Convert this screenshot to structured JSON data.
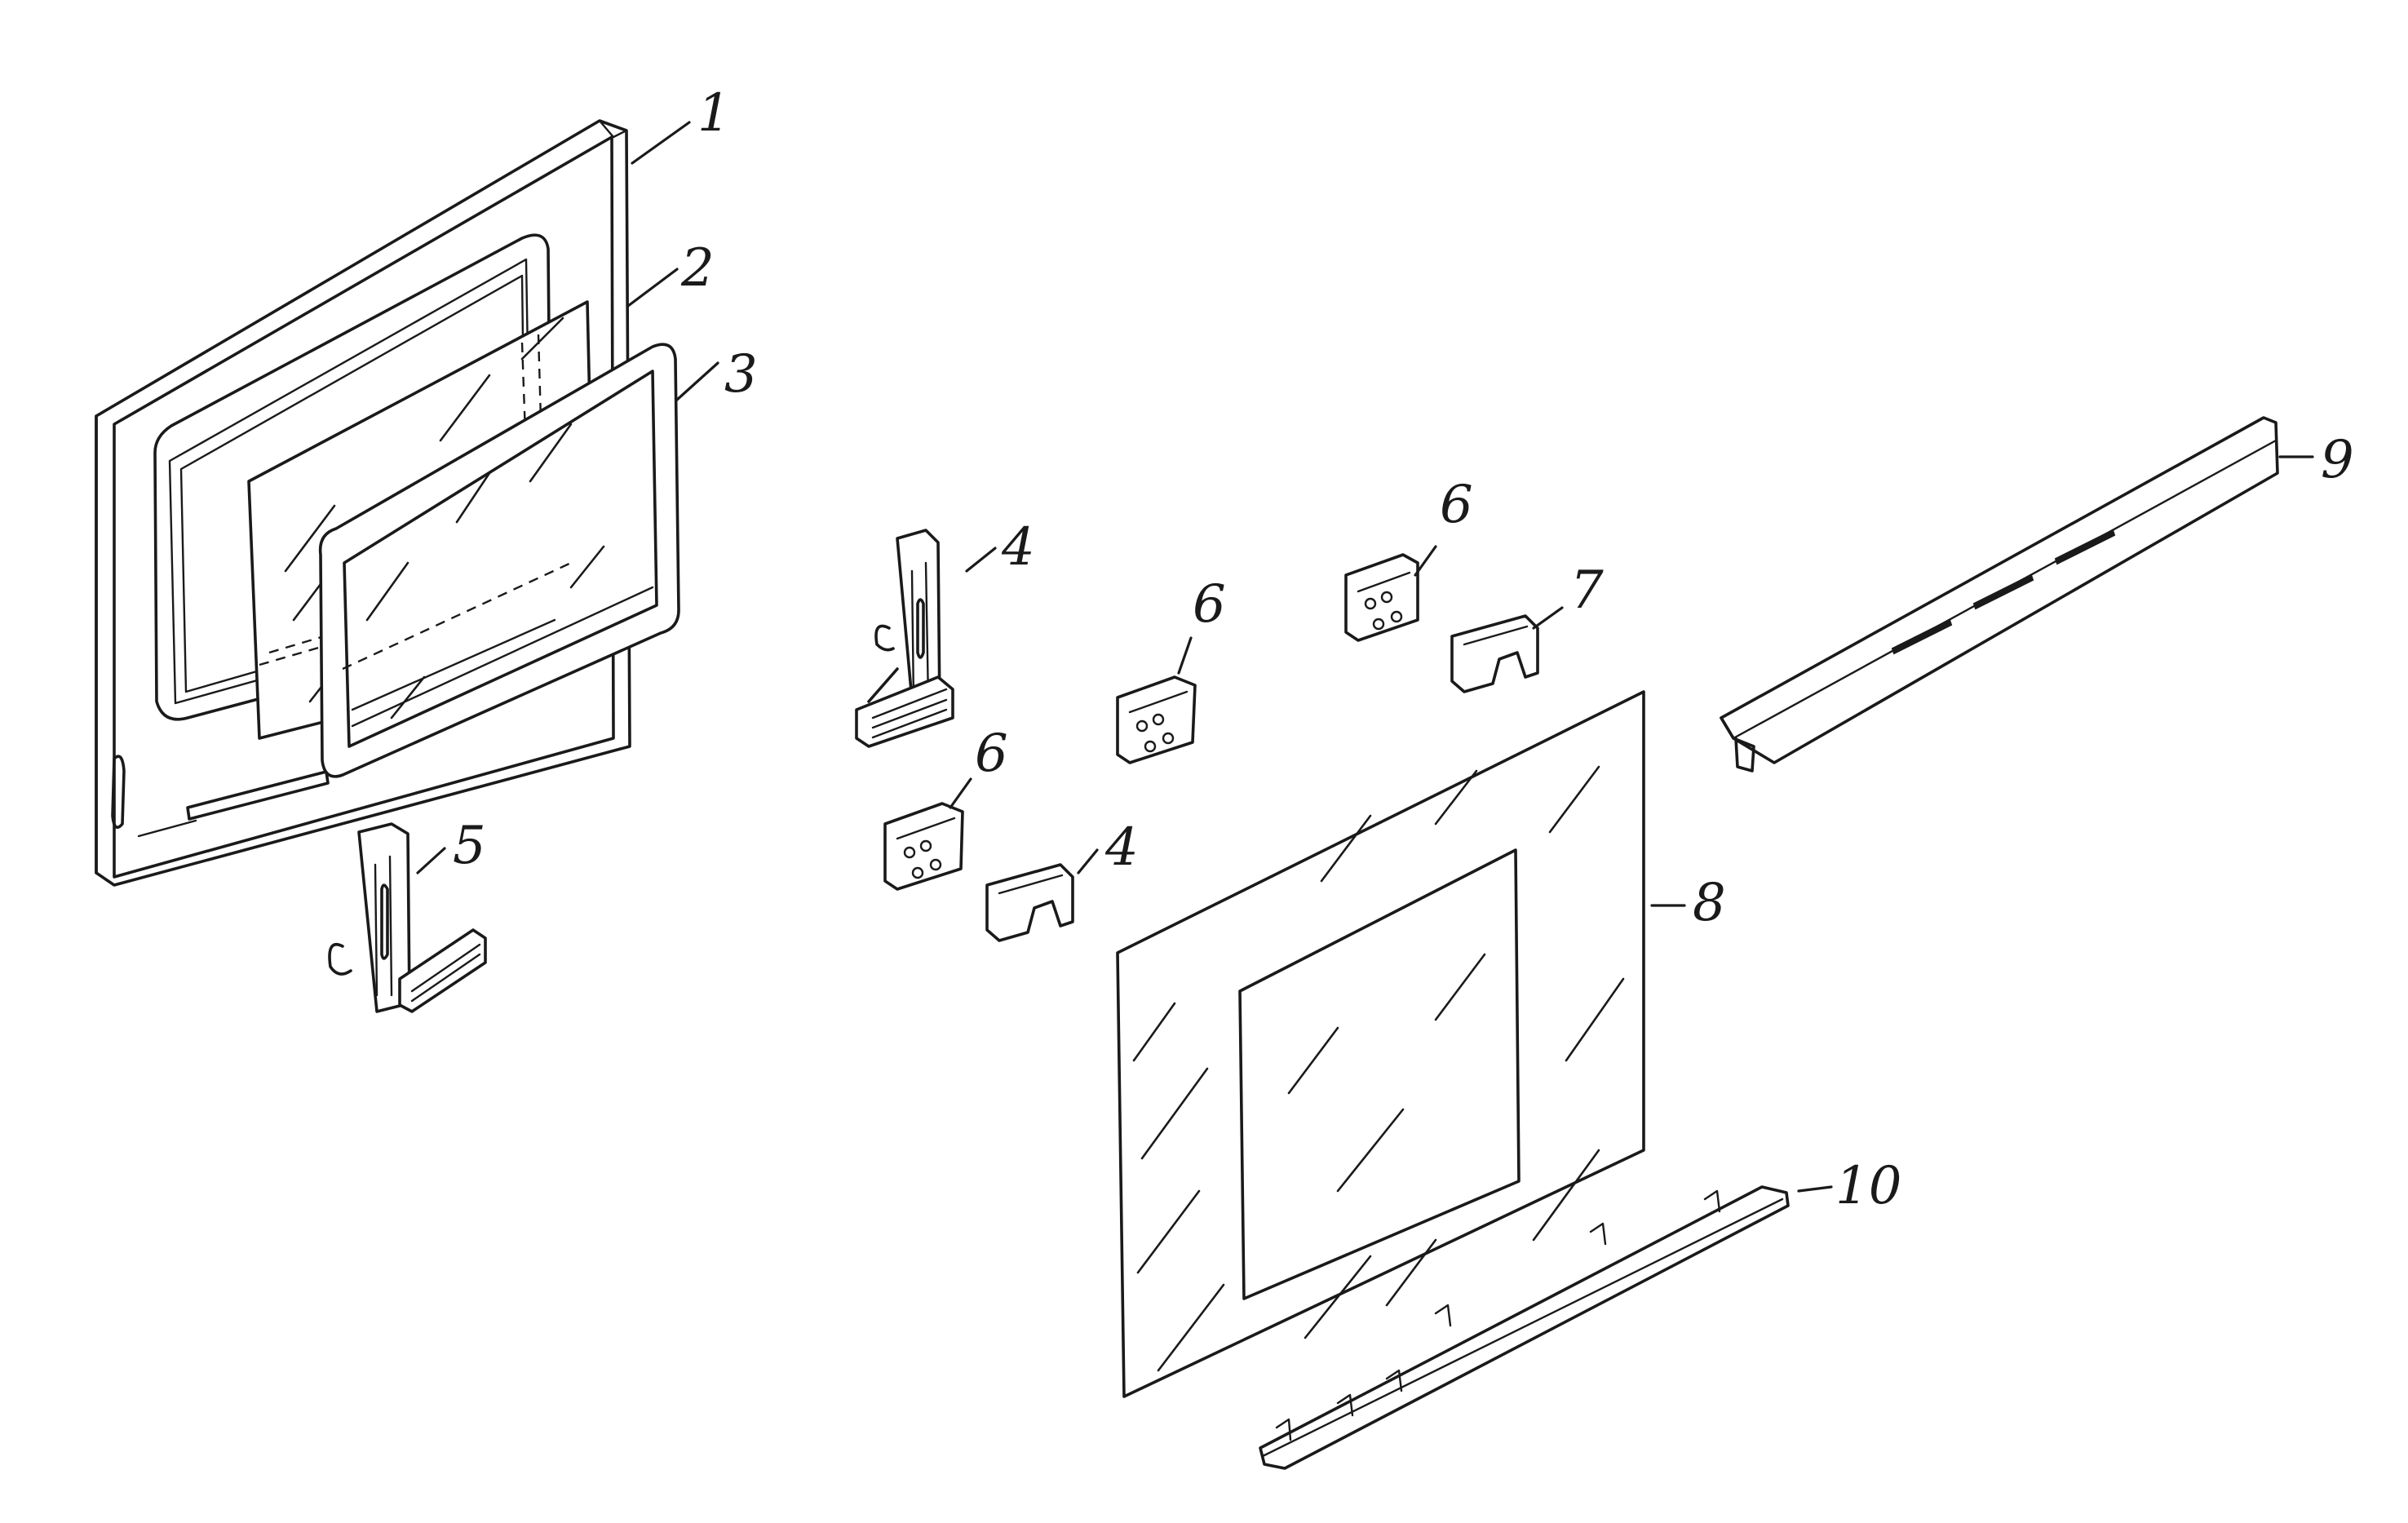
{
  "diagram": {
    "callouts": [
      {
        "id": "c1",
        "text": "1"
      },
      {
        "id": "c2",
        "text": "2"
      },
      {
        "id": "c3",
        "text": "3"
      },
      {
        "id": "c4a",
        "text": "4"
      },
      {
        "id": "c4b",
        "text": "4"
      },
      {
        "id": "c5",
        "text": "5"
      },
      {
        "id": "c6a",
        "text": "6"
      },
      {
        "id": "c6b",
        "text": "6"
      },
      {
        "id": "c6c",
        "text": "6"
      },
      {
        "id": "c7",
        "text": "7"
      },
      {
        "id": "c8",
        "text": "8"
      },
      {
        "id": "c9",
        "text": "9"
      },
      {
        "id": "c10",
        "text": "10"
      }
    ],
    "ink_color": "#1a1a1a",
    "background_color": "#ffffff"
  }
}
